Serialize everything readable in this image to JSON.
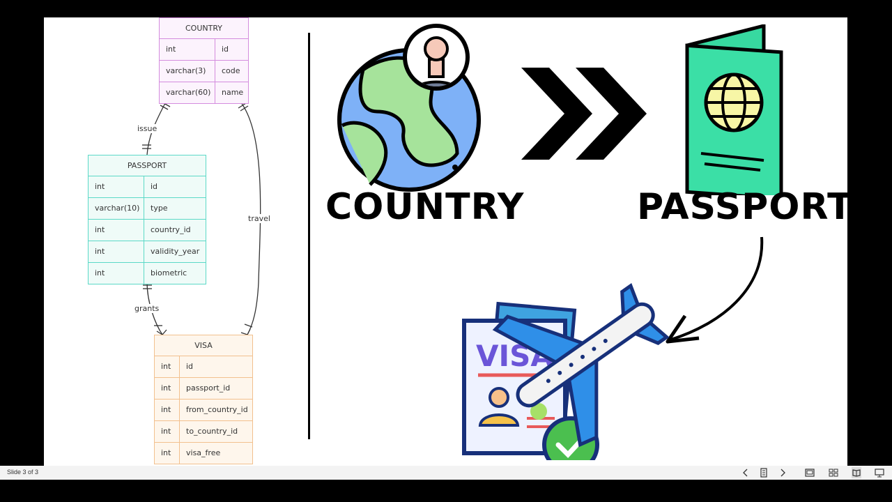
{
  "erd": {
    "country": {
      "title": "COUNTRY",
      "rows": [
        [
          "int",
          "id"
        ],
        [
          "varchar(3)",
          "code"
        ],
        [
          "varchar(60)",
          "name"
        ]
      ]
    },
    "passport": {
      "title": "PASSPORT",
      "rows": [
        [
          "int",
          "id"
        ],
        [
          "varchar(10)",
          "type"
        ],
        [
          "int",
          "country_id"
        ],
        [
          "int",
          "validity_year"
        ],
        [
          "int",
          "biometric"
        ]
      ]
    },
    "visa": {
      "title": "VISA",
      "rows": [
        [
          "int",
          "id"
        ],
        [
          "int",
          "passport_id"
        ],
        [
          "int",
          "from_country_id"
        ],
        [
          "int",
          "to_country_id"
        ],
        [
          "int",
          "visa_free"
        ]
      ]
    },
    "relations": {
      "issue": "issue",
      "grants": "grants",
      "travel": "travel"
    }
  },
  "illustration": {
    "country_label": "COUNTRY",
    "passport_label": "PASSPORT",
    "visa_doc_text": "VISA"
  },
  "statusbar": {
    "slide_indicator": "Slide 3 of 3"
  }
}
